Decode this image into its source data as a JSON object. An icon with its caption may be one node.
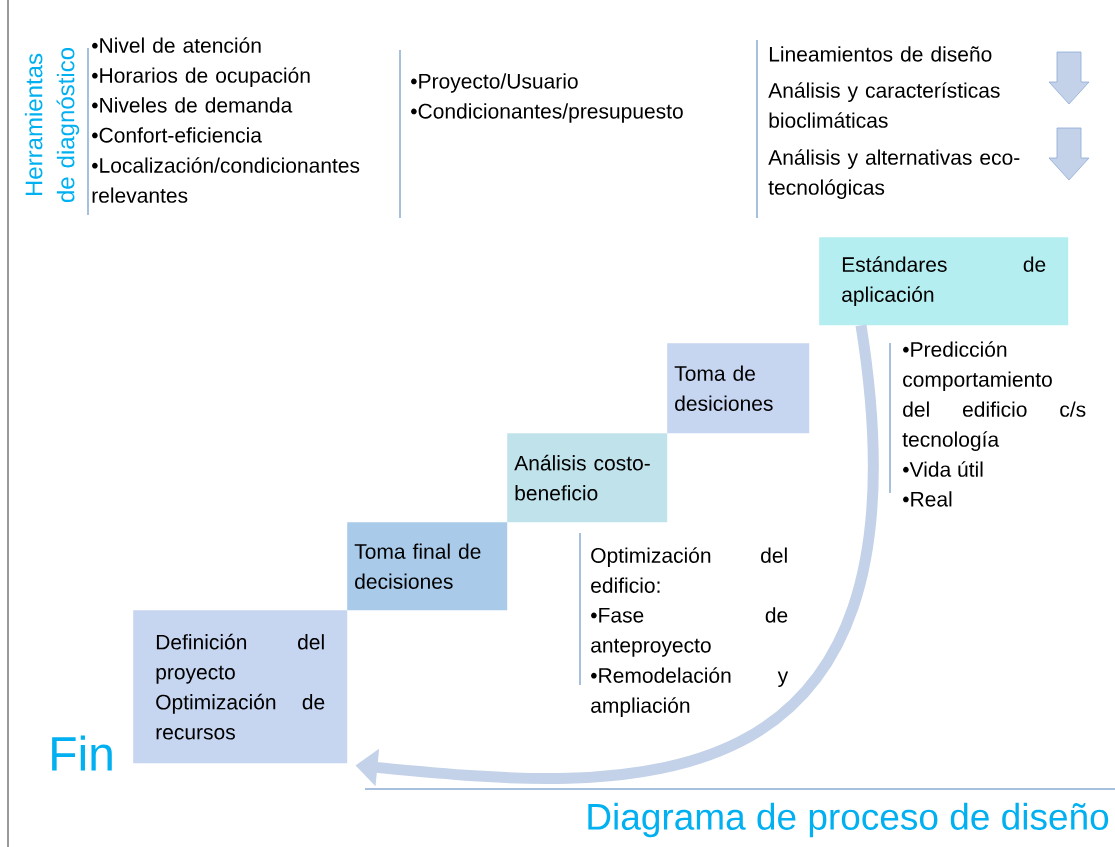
{
  "diagram": {
    "title": "Diagrama de proceso de diseño",
    "nodes": [
      {
        "text": [
          "Estándares de aplicación"
        ]
      },
      {
        "text": [
          "Toma de desiciones"
        ]
      },
      {
        "text": [
          "Análisis costo-beneficio"
        ]
      },
      {
        "text": [
          "Toma final de decisiones"
        ]
      },
      {
        "text": [
          "Definición del proyecto",
          "Optimización de recursos"
        ]
      },
      {
        "text": [
          "Fin"
        ]
      }
    ],
    "edges": [
      {
        "from": 0,
        "to": 4,
        "arrow": "to"
      }
    ],
    "labels": [
      "Herramientas de diagnóstico",
      "•Nivel de atención",
      "•Horarios de ocupación",
      "•Niveles de demanda",
      "•Confort-eficiencia",
      "•Localización/condicionantes relevantes",
      "•Proyecto/Usuario",
      "•Condicionantes/presupuesto",
      "Lineamientos de diseño",
      "Análisis y características bioclimáticas",
      "Análisis y alternativas eco-tecnológicas",
      "•Predicción comportamiento del edificio c/s tecnología",
      "•Vida útil",
      "•Real",
      "Optimización del edificio:",
      "•Fase de anteproyecto",
      "•Remodelación y ampliación"
    ]
  }
}
